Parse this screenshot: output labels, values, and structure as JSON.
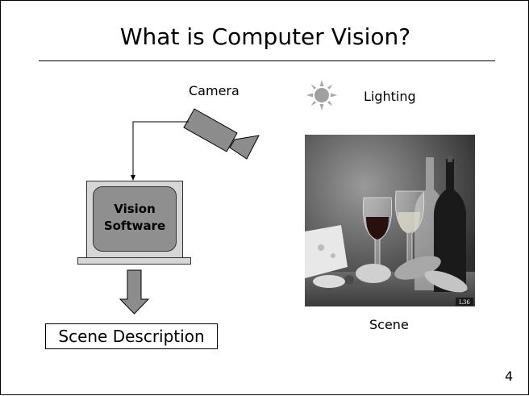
{
  "slide": {
    "title": "What is Computer Vision?",
    "camera_label": "Camera",
    "lighting_label": "Lighting",
    "vision_line1": "Vision",
    "vision_line2": "Software",
    "scene_description": "Scene Description",
    "scene_label": "Scene",
    "photo_watermark": "L36",
    "page_number": "4"
  },
  "colors": {
    "camera_fill": "#8c8c8c",
    "sun_fill": "#a0a0a0",
    "screen_fill": "#d6d6d6",
    "software_fill": "#8f8f8f"
  },
  "icons": [
    "sun-icon",
    "camera-icon",
    "down-arrow-icon",
    "wine-photo"
  ]
}
